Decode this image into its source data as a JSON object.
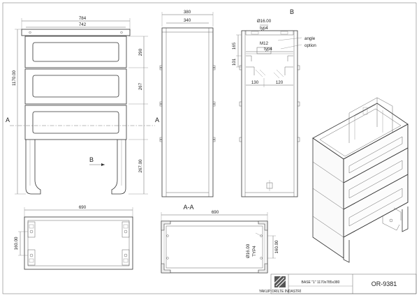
{
  "front_view": {
    "width_outer": "784",
    "width_inner": "742",
    "height_total": "1170.00",
    "panel_height": "290",
    "panel_spacing": "267",
    "base_height": "267.00",
    "section_marker": "A"
  },
  "side_view": {
    "depth_outer": "380",
    "depth_inner": "340"
  },
  "section_b": {
    "title": "B",
    "hole_dia": "Ø16.00",
    "hole_note": "typ4",
    "thread": "M12",
    "thread_note": "typ4",
    "angle_note": "angle",
    "option_note": "option",
    "dim_165": "165",
    "dim_101": "101",
    "dim_130": "130",
    "dim_120": "120"
  },
  "view_arrow": "B",
  "bottom_view": {
    "width": "690",
    "depth": "160.00"
  },
  "section_aa": {
    "title": "A-A",
    "width": "690",
    "hole_dia": "Ø16.00",
    "hole_note": "TYP4",
    "depth": "160.00"
  },
  "title_block": {
    "description": "BASE \"1\" 1170x785x380",
    "part_number": "OR-9381",
    "company": "YAKUP ORİLTE İNDASTRİ"
  }
}
